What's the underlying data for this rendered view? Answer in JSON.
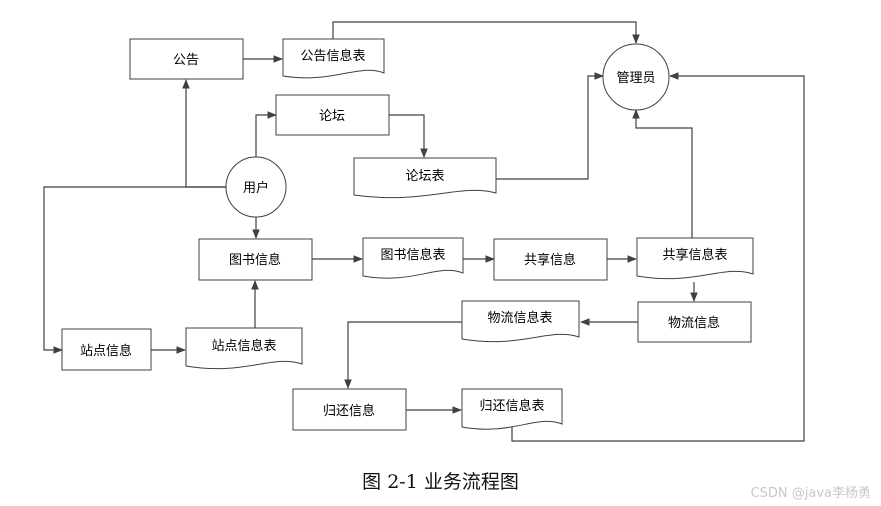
{
  "diagram": {
    "nodes": {
      "notice": "公告",
      "notice_table": "公告信息表",
      "admin": "管理员",
      "forum": "论坛",
      "forum_table": "论坛表",
      "user": "用户",
      "book_info": "图书信息",
      "book_table": "图书信息表",
      "share_info": "共享信息",
      "share_table": "共享信息表",
      "logistics_table": "物流信息表",
      "logistics_info": "物流信息",
      "station_info": "站点信息",
      "station_table": "站点信息表",
      "return_info": "归还信息",
      "return_table": "归还信息表"
    },
    "caption": "图 2-1  业务流程图",
    "watermark": "CSDN @java李杨勇"
  },
  "colors": {
    "line": "#404040",
    "background": "#ffffff"
  }
}
